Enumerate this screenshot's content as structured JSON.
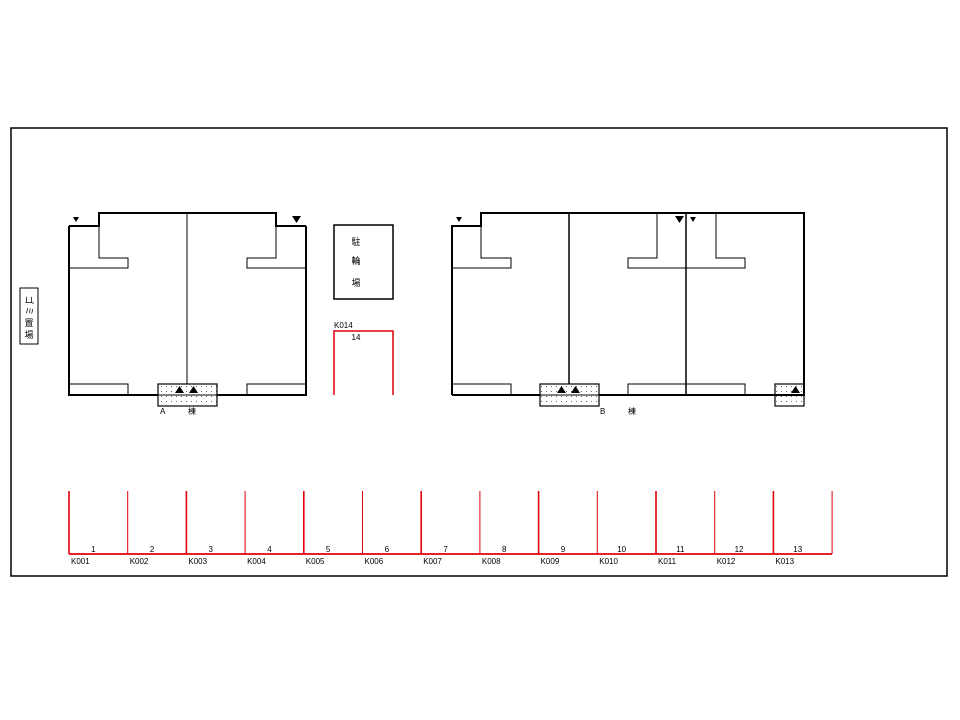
{
  "colors": {
    "line": "#000000",
    "parking": "#e0000a",
    "background": "#ffffff"
  },
  "garbage": {
    "label": "ゴミ置場",
    "chars": [
      "ゴ",
      "ミ",
      "置",
      "場"
    ]
  },
  "bicycle": {
    "label": "駐輪場",
    "chars": [
      "駐",
      "輪",
      "場"
    ]
  },
  "building_a": {
    "name": "A",
    "suffix": "棟"
  },
  "building_b": {
    "name": "B",
    "suffix": "棟"
  },
  "parking_bottom": [
    {
      "num": "1",
      "code": "K001"
    },
    {
      "num": "2",
      "code": "K002"
    },
    {
      "num": "3",
      "code": "K003"
    },
    {
      "num": "4",
      "code": "K004"
    },
    {
      "num": "5",
      "code": "K005"
    },
    {
      "num": "6",
      "code": "K006"
    },
    {
      "num": "7",
      "code": "K007"
    },
    {
      "num": "8",
      "code": "K008"
    },
    {
      "num": "9",
      "code": "K009"
    },
    {
      "num": "10",
      "code": "K010"
    },
    {
      "num": "11",
      "code": "K011"
    },
    {
      "num": "12",
      "code": "K012"
    },
    {
      "num": "13",
      "code": "K013"
    }
  ],
  "parking_top": {
    "num": "14",
    "code": "K014"
  },
  "markers": {
    "up_triangle": "up-triangle",
    "down_triangle": "down-triangle"
  }
}
